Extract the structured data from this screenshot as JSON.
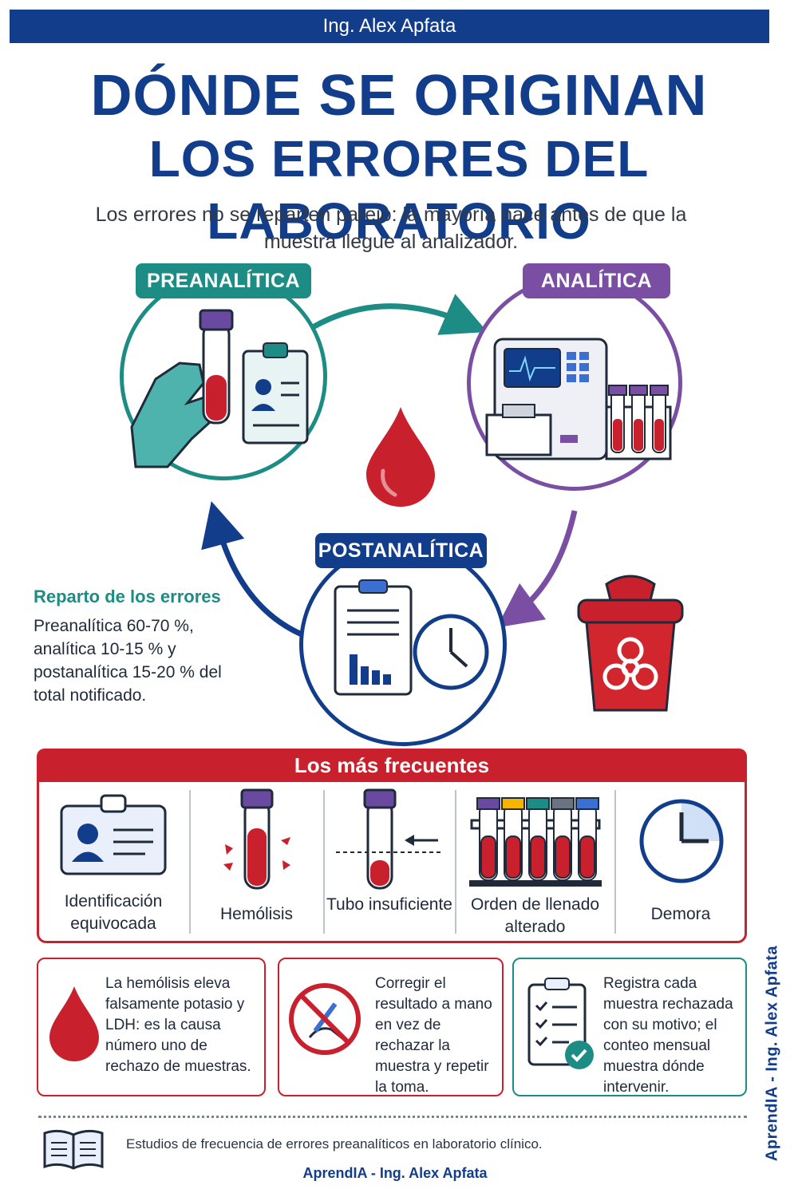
{
  "header": {
    "author": "Ing. Alex Apfata"
  },
  "title": {
    "line1": "DÓNDE SE ORIGINAN",
    "line2": "LOS ERRORES DEL LABORATORIO"
  },
  "subtitle": "Los errores no se reparten parejo: la mayoría nace antes de que la muestra llegue al analizador.",
  "cycle": {
    "pre": "PREANALÍTICA",
    "ana": "ANALÍTICA",
    "post": "POSTANALÍTICA",
    "colors": {
      "pre": "#1c8c84",
      "ana": "#7a4fa3",
      "post": "#123d8a",
      "red": "#c8202c"
    }
  },
  "reparto": {
    "heading": "Reparto de los errores",
    "text": "Preanalítica 60-70 %, analítica 10-15 % y postanalítica 15-20 % del total notificado."
  },
  "frecuentes": {
    "heading": "Los más frecuentes",
    "items": [
      {
        "icon": "id-card-icon",
        "label": "Identificación equivocada"
      },
      {
        "icon": "hemolyzed-tube-icon",
        "label": "Hemólisis"
      },
      {
        "icon": "low-volume-tube-icon",
        "label": "Tubo insuficiente"
      },
      {
        "icon": "tube-rack-icon",
        "label": "Orden de llenado alterado"
      },
      {
        "icon": "clock-icon",
        "label": "Demora"
      }
    ]
  },
  "tips": [
    {
      "icon": "blood-drop-icon",
      "text": "La hemólisis eleva falsamente potasio y LDH: es la causa número uno de rechazo de muestras."
    },
    {
      "icon": "no-handwriting-icon",
      "text": "Corregir el resultado a mano en vez de rechazar la muestra y repetir la toma."
    },
    {
      "icon": "checklist-icon",
      "text": "Registra cada muestra rechazada con su motivo; el conteo mensual muestra dónde intervenir."
    }
  ],
  "footer": {
    "source": "Estudios de frecuencia de errores preanalíticos en laboratorio clínico.",
    "brand": "AprendIA - Ing. Alex Apfata",
    "vertical": "AprendIA - Ing. Alex Apfata"
  }
}
